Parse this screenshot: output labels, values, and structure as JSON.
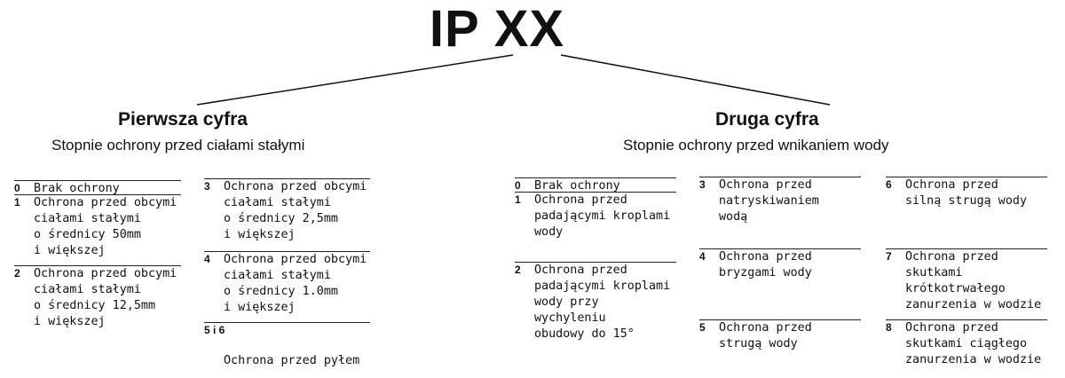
{
  "title": "IP XX",
  "first": {
    "heading": "Pierwsza cyfra",
    "subtitle": "Stopnie ochrony przed ciałami stałymi",
    "items": [
      {
        "num": "0",
        "text": "Brak ochrony"
      },
      {
        "num": "1",
        "text": "Ochrona przed obcymi\nciałami stałymi\no średnicy 50mm\ni większej"
      },
      {
        "num": "2",
        "text": "Ochrona przed obcymi\nciałami stałymi\no średnicy 12,5mm\ni większej"
      },
      {
        "num": "3",
        "text": "Ochrona przed obcymi\nciałami stałymi\no średnicy 2,5mm\ni większej"
      },
      {
        "num": "4",
        "text": "Ochrona przed obcymi\nciałami stałymi\no średnicy 1.0mm\ni większej"
      },
      {
        "num": "5 i 6",
        "text": "Ochrona przed pyłem"
      }
    ]
  },
  "second": {
    "heading": "Druga cyfra",
    "subtitle": "Stopnie ochrony przed wnikaniem wody",
    "items": [
      {
        "num": "0",
        "text": "Brak ochrony"
      },
      {
        "num": "1",
        "text": "Ochrona przed\npadającymi kroplami\nwody"
      },
      {
        "num": "2",
        "text": "Ochrona przed\npadającymi kroplami\nwody przy wychyleniu\nobudowy do 15°"
      },
      {
        "num": "3",
        "text": "Ochrona przed\nnatryskiwaniem\nwodą"
      },
      {
        "num": "4",
        "text": "Ochrona przed\nbryzgami wody"
      },
      {
        "num": "5",
        "text": "Ochrona przed\nstrugą wody"
      },
      {
        "num": "6",
        "text": "Ochrona przed\nsilną strugą wody"
      },
      {
        "num": "7",
        "text": "Ochrona przed\nskutkami\nkrótkotrwałego\nzanurzenia w wodzie"
      },
      {
        "num": "8",
        "text": "Ochrona przed\nskutkami ciągłego\nzanurzenia w wodzie"
      }
    ]
  }
}
